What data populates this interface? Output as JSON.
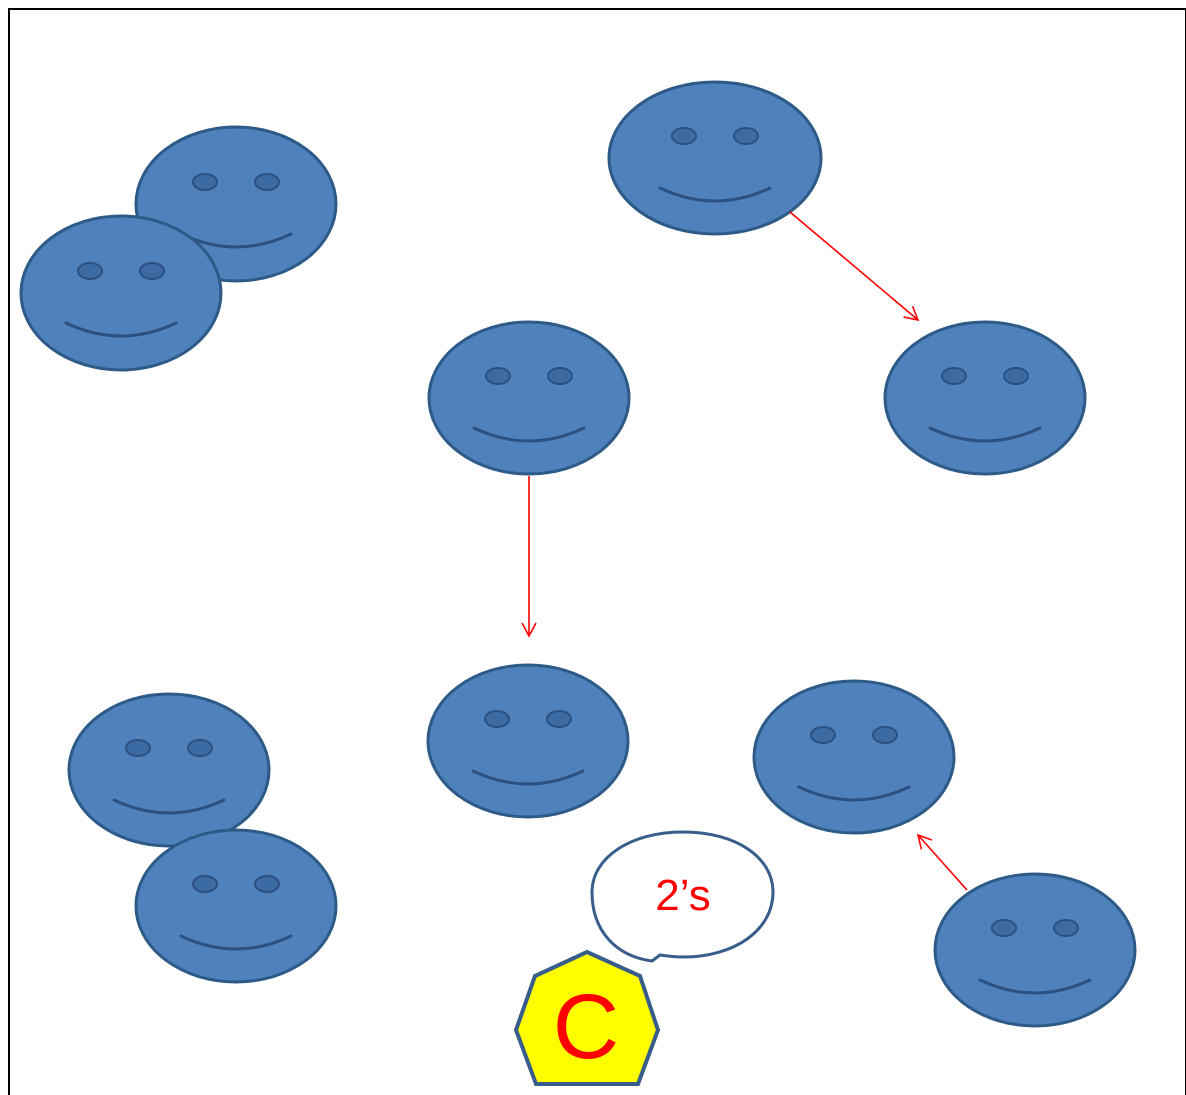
{
  "colors": {
    "face_fill": "#4f81bd",
    "face_stroke": "#2e5a87",
    "feature": "#2c5080",
    "eye_fill": "#3c6aa2",
    "arrow": "#ff0000",
    "badge_fill": "#ffff00",
    "badge_stroke": "#385d8a",
    "badge_text": "#ff0000",
    "bubble_fill": "#ffffff",
    "bubble_stroke": "#385d8a",
    "bubble_text": "#ff0000",
    "frame": "#000000"
  },
  "faces": [
    {
      "name": "smiley-face-top-left-back"
    },
    {
      "name": "smiley-face-top-left-front"
    },
    {
      "name": "smiley-face-top-right"
    },
    {
      "name": "smiley-face-right-middle"
    },
    {
      "name": "smiley-face-center"
    },
    {
      "name": "smiley-face-bottom-center"
    },
    {
      "name": "smiley-face-bottom-right"
    },
    {
      "name": "smiley-face-far-bottom-right"
    },
    {
      "name": "smiley-face-bottom-left-top"
    },
    {
      "name": "smiley-face-bottom-left-bottom"
    }
  ],
  "arrows": [
    {
      "name": "arrow-top-right-to-right-middle"
    },
    {
      "name": "arrow-center-to-bottom-center"
    },
    {
      "name": "arrow-far-bottom-right-to-bottom-right"
    }
  ],
  "speech_bubble": {
    "text": "2’s"
  },
  "badge": {
    "letter": "C",
    "shape": "heptagon"
  }
}
